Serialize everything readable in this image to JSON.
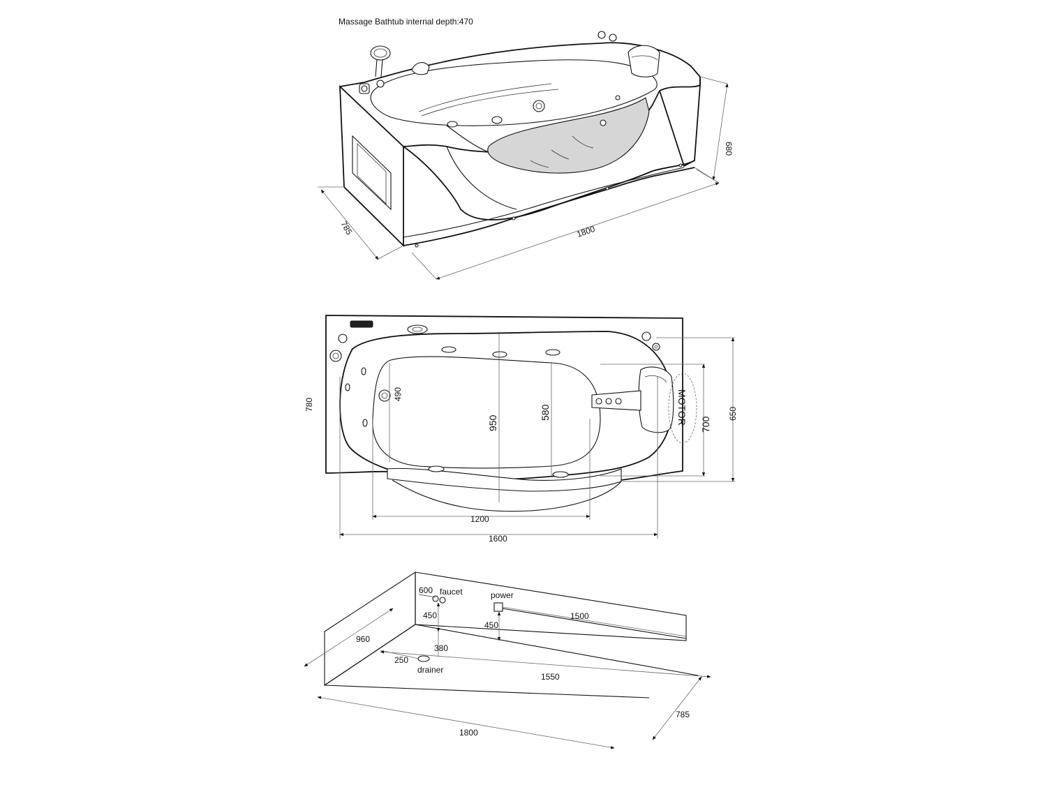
{
  "title": "Massage Bathtub internal depth:470",
  "perspective": {
    "height_label": "680",
    "width_label": "785",
    "length_label": "1800"
  },
  "plan": {
    "overall_width": "780",
    "inner_width_1": "490",
    "inner_width_2": "950",
    "inner_width_3": "580",
    "motor_label": "MOTOR",
    "motor_height": "700",
    "right_height": "650",
    "inner_length": "1200",
    "outer_length": "1600"
  },
  "installation": {
    "faucet_offset": "600",
    "faucet_label": "faucet",
    "faucet_height": "450",
    "power_label": "power",
    "power_height": "450",
    "power_offset": "1500",
    "side_depth": "960",
    "drain_depth": "380",
    "drain_offset": "250",
    "drainer_label": "drainer",
    "floor_length_inner": "1550",
    "floor_width": "785",
    "floor_length": "1800"
  }
}
